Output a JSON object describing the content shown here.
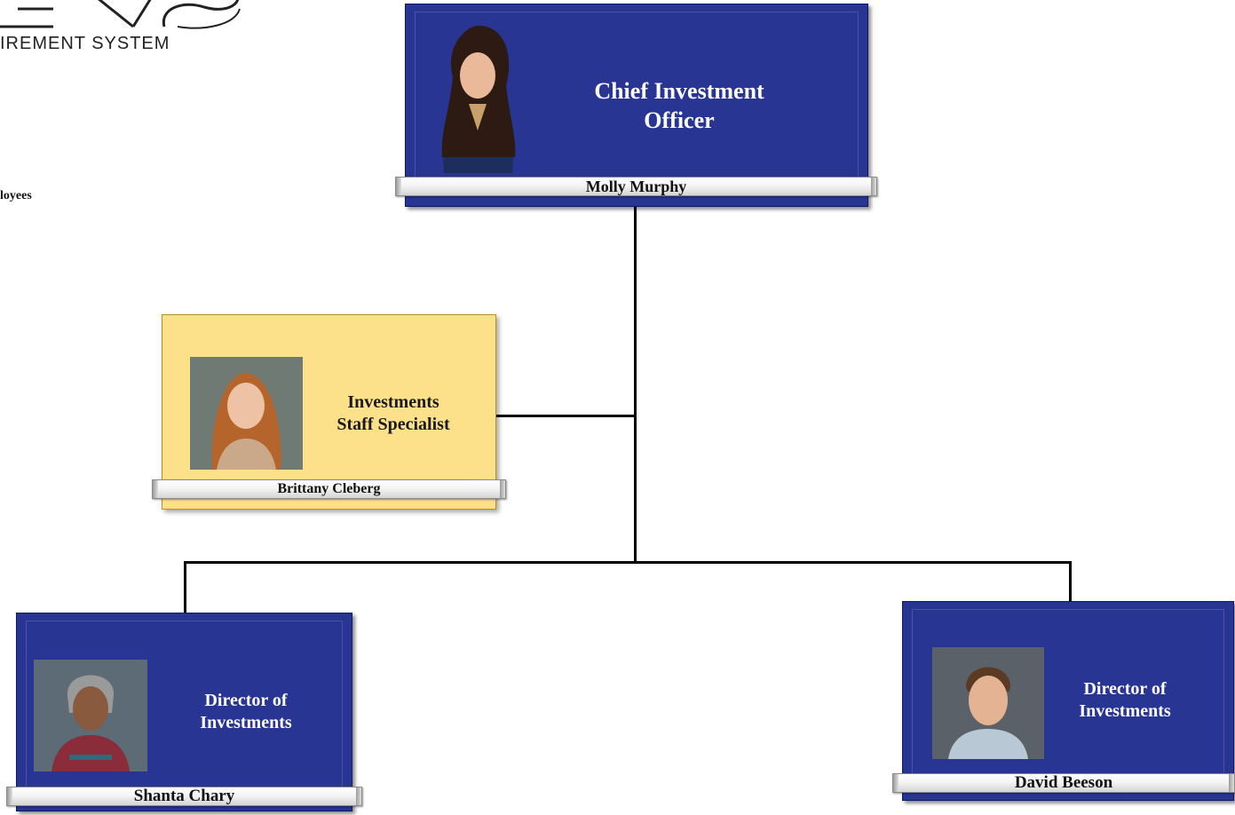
{
  "logo": {
    "text": "IREMENT SYSTEM"
  },
  "legend": {
    "text": "loyees"
  },
  "org": {
    "top": {
      "title_line1": "Chief Investment",
      "title_line2": "Officer",
      "name": "Molly Murphy"
    },
    "staff": {
      "title_line1": "Investments",
      "title_line2": "Staff Specialist",
      "name": "Brittany Cleberg"
    },
    "left_director": {
      "title_line1": "Director of",
      "title_line2": "Investments",
      "name": "Shanta Chary"
    },
    "right_director": {
      "title_line1": "Director of",
      "title_line2": "Investments",
      "name": "David Beeson"
    }
  },
  "colors": {
    "box_blue": "#283593",
    "box_yellow": "#fde08a",
    "connector": "#000000"
  }
}
